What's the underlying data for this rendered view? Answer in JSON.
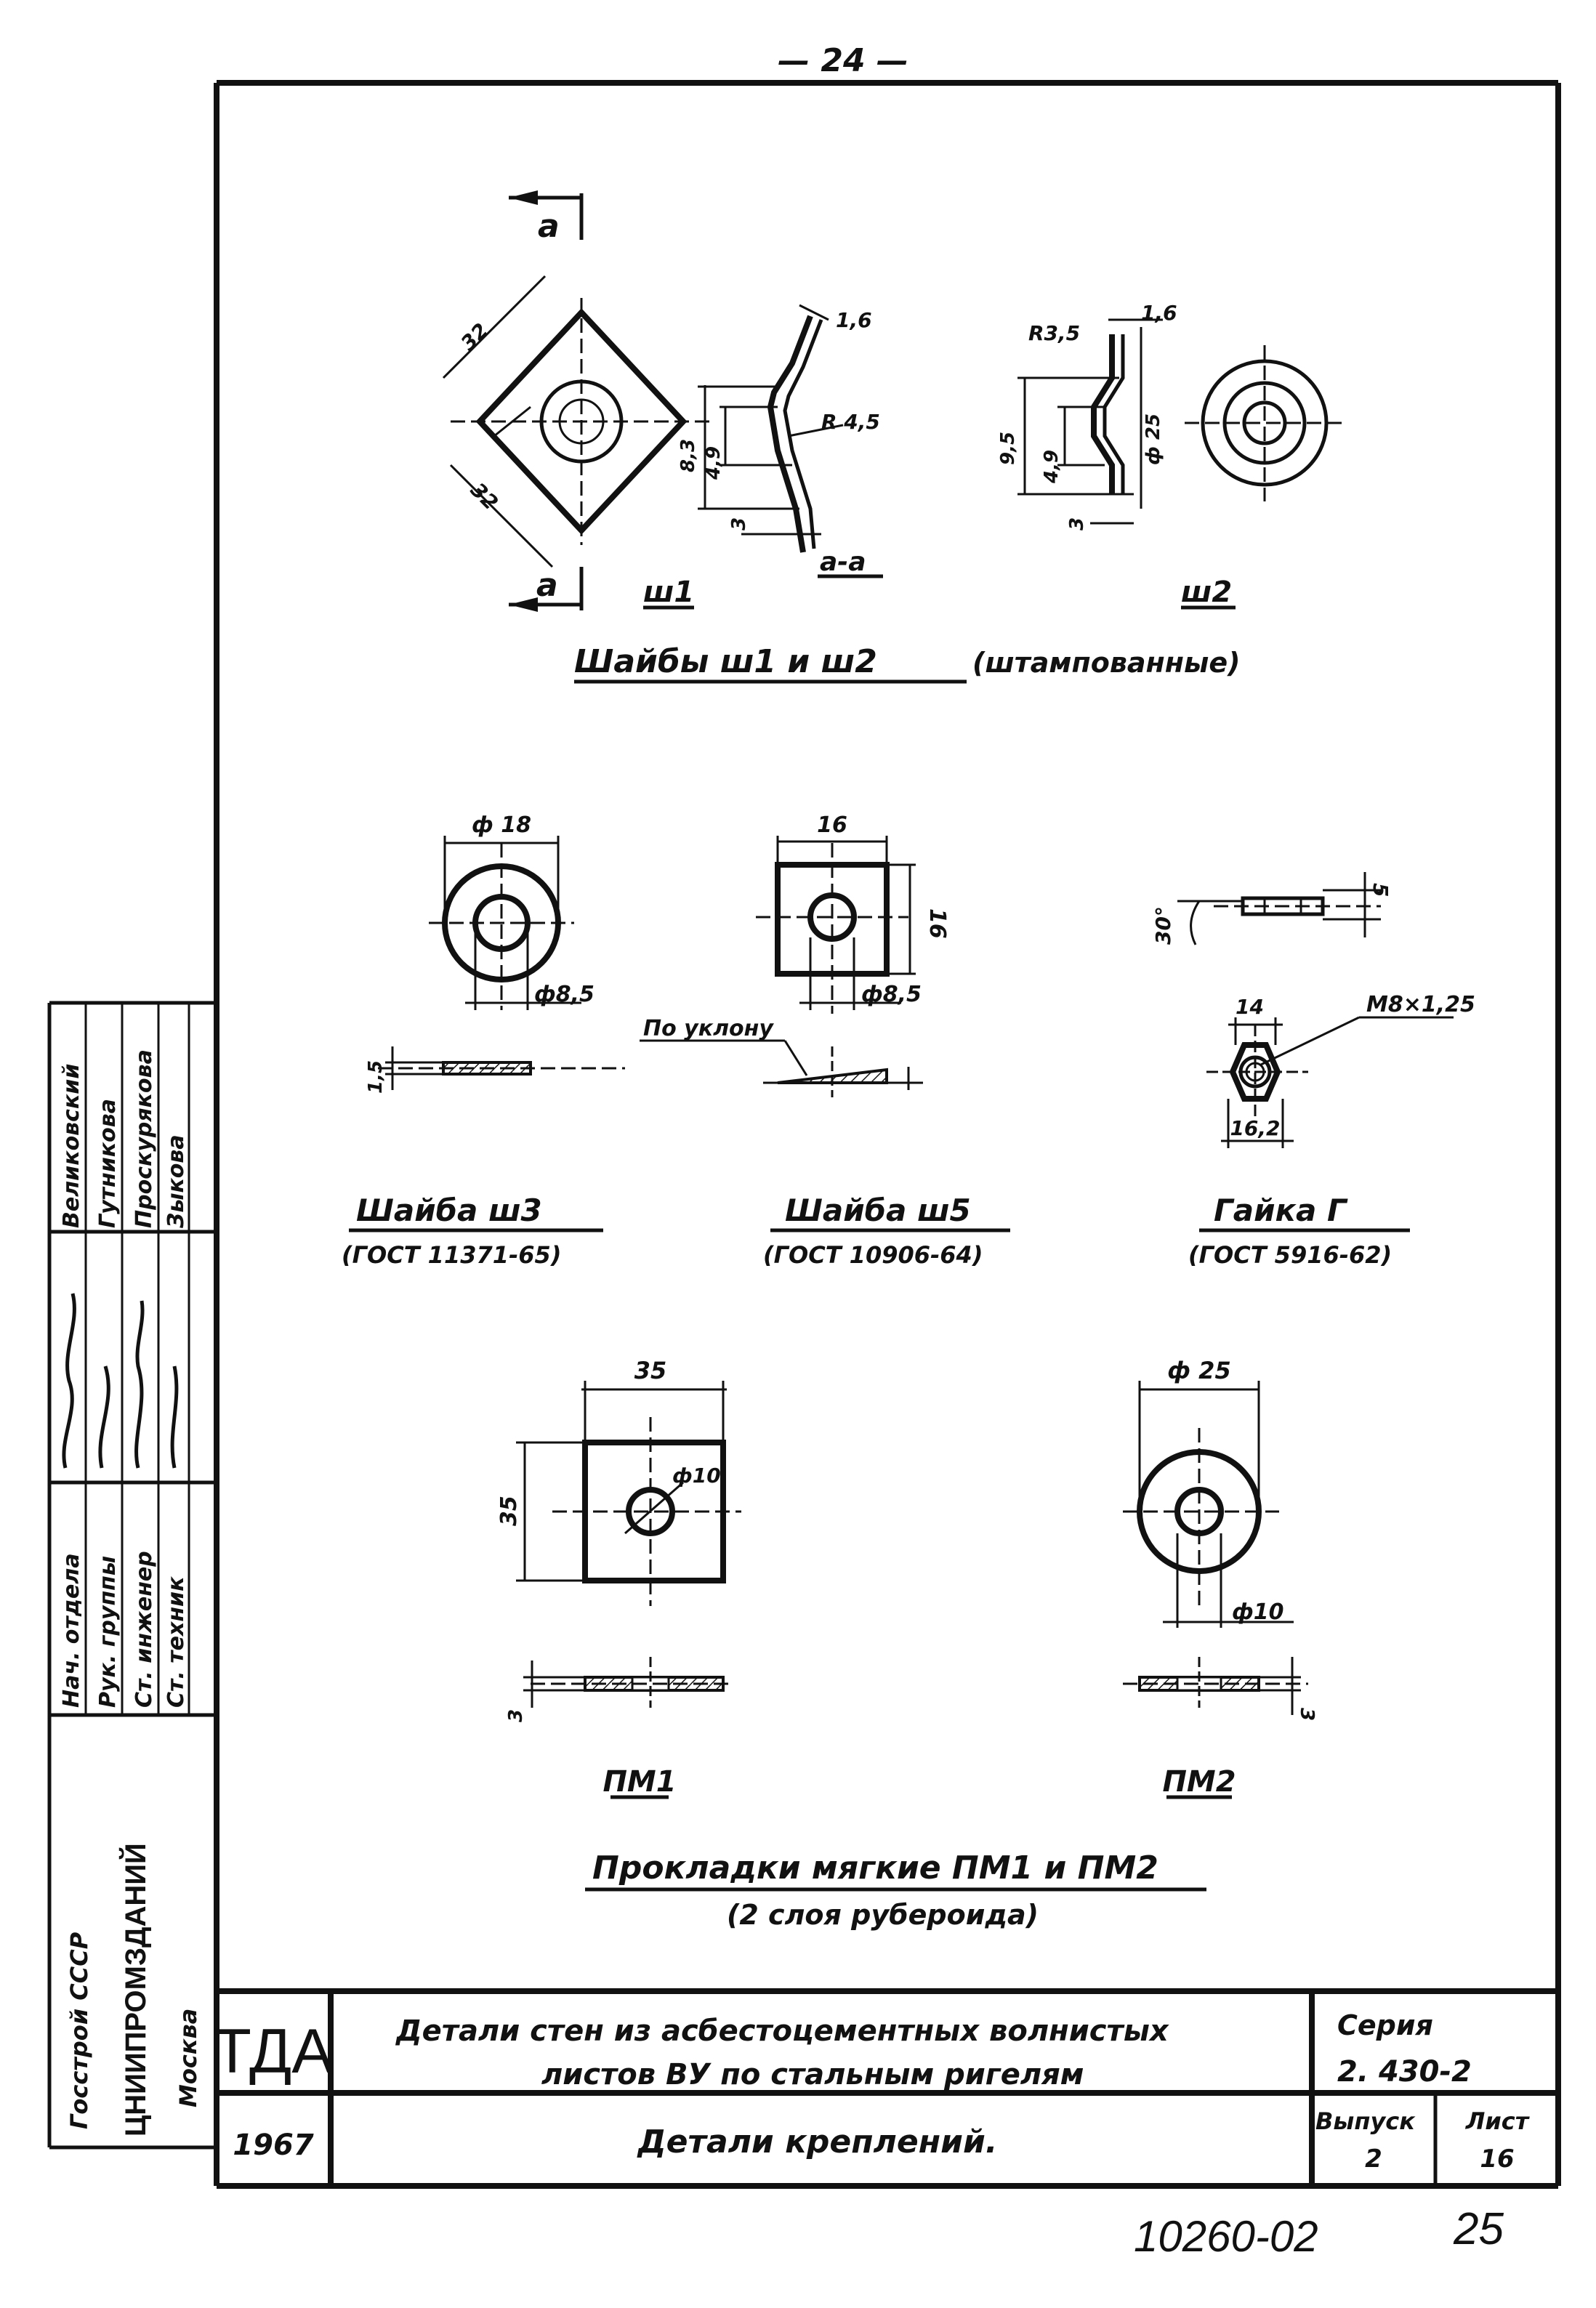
{
  "page_number": "— 24 —",
  "section_marks": {
    "top": "a",
    "bottom": "a"
  },
  "washer_w1_w2": {
    "dims_w1": {
      "side_a": "32",
      "side_b": "32",
      "thickness": "1,6",
      "radius": "R 4,5",
      "h1": "8,3",
      "h2": "4,9",
      "bottom": "3"
    },
    "section_label": "a-a",
    "dims_w2": {
      "radius": "R3,5",
      "thickness": "1,6",
      "h1": "9,5",
      "h2": "4,9",
      "dia": "ф 25",
      "bottom": "3"
    },
    "label_w1": "ш1",
    "label_w2": "ш2",
    "caption": "Шайбы    ш1  и  ш2",
    "caption_note": "(штампованные)"
  },
  "washer_w3": {
    "dim_outer": "ф 18",
    "dim_inner": "ф8,5",
    "dim_thick": "1,5",
    "title": "Шайба  ш3",
    "gost": "(ГОСТ 11371-65)"
  },
  "washer_w5": {
    "dim_width": "16",
    "dim_height": "16",
    "dim_inner": "ф8,5",
    "slope_label": "По уклону",
    "title": "Шайба  ш5",
    "gost": "(ГОСТ 10906-64)"
  },
  "nut_g": {
    "dim_angle": "30°",
    "dim_height": "5",
    "dim_flat": "14",
    "dim_thread": "М8×1,25",
    "dim_across": "16,2",
    "title": "Гайка  Г",
    "gost": "(ГОСТ 5916-62)"
  },
  "pad_pm1": {
    "dim_width": "35",
    "dim_height": "35",
    "dim_hole": "ф10",
    "dim_thick": "3",
    "label": "ПМ1"
  },
  "pad_pm2": {
    "dim_outer": "ф 25",
    "dim_hole": "ф10",
    "dim_thick": "3",
    "label": "ПМ2"
  },
  "pads_caption": "Прокладки   мягкие   ПМ1  и  ПМ2",
  "pads_note": "(2 слоя   рубероида)",
  "title_block": {
    "org_logo": "ТДА",
    "year": "1967",
    "title_line1": "Детали   стен   из асбестоцементных  волнистых",
    "title_line2": "листов  ВУ  по  стальным   ригелям",
    "subtitle": "Детали  креплений.",
    "series_label": "Серия",
    "series_value": "2. 430-2",
    "issue_label": "Выпуск",
    "issue_value": "2",
    "sheet_label": "Лист",
    "sheet_value": "16"
  },
  "side_stamp": {
    "org": "Госстрой СССР",
    "institute": "ЦНИИПРОМЗДАНИЙ",
    "city": "Москва",
    "roles": [
      "Нач. отдела",
      "Рук. группы",
      "Ст. инженер",
      "Ст. техник"
    ],
    "names": [
      "Великовский",
      "Гутникова",
      "Проскурякова",
      "Зыкова"
    ]
  },
  "archive_number": "10260-02",
  "archive_page": "25"
}
